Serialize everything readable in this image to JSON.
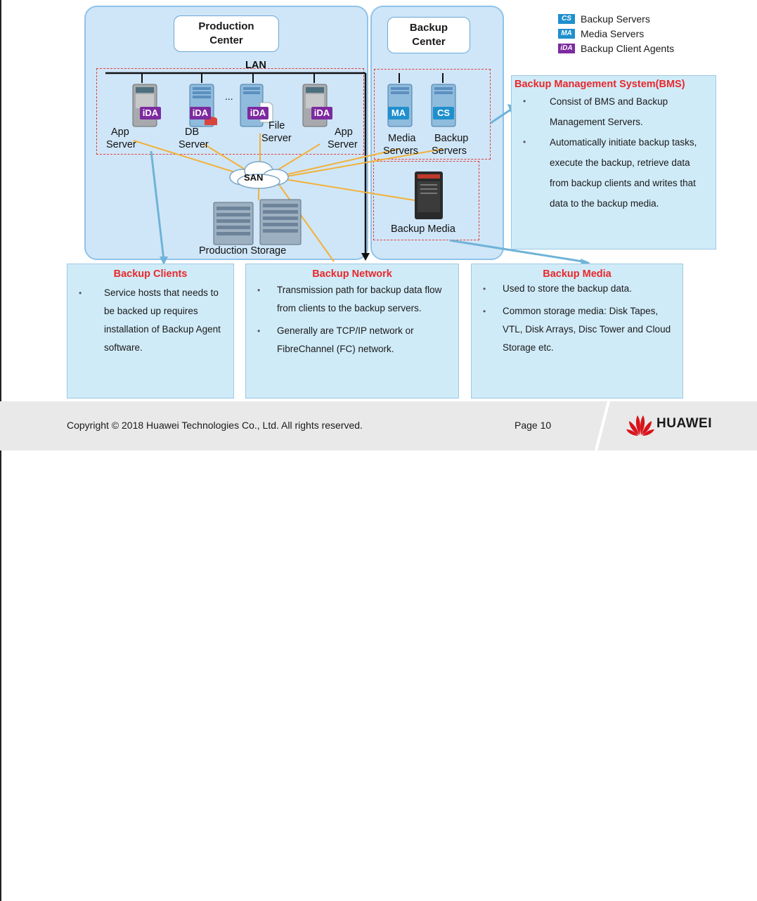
{
  "colors": {
    "zone_fill": "#cfe6f8",
    "zone_border": "#8fc3ea",
    "dashed_red": "#e0403f",
    "heading_red": "#e8282b",
    "box_fill": "#d0ebf8",
    "connector_orange": "#f2b13a",
    "connector_blue": "#6fb3d8",
    "footer_bg": "#e9e9e9",
    "huawei_red": "#d8141b",
    "tag_ida": "#7d2aa0",
    "tag_cs_ma": "#1f8fce"
  },
  "centers": {
    "production": "Production\nCenter",
    "backup": "Backup\nCenter"
  },
  "network": {
    "lan": "LAN",
    "san": "SAN",
    "dots": "..."
  },
  "legend": [
    {
      "tag": "CS",
      "icon": "cs-tag-icon",
      "label": "Backup Servers"
    },
    {
      "tag": "MA",
      "icon": "ma-tag-icon",
      "label": "Media Servers"
    },
    {
      "tag": "iDA",
      "icon": "ida-tag-icon",
      "label": "Backup Client Agents"
    }
  ],
  "servers": {
    "app_server_left": {
      "line1": "App",
      "line2": "Server",
      "tag": "iDA"
    },
    "db_server": {
      "line1": "DB",
      "line2": "Server",
      "tag": "iDA"
    },
    "file_server": {
      "line1": "File",
      "line2": "Server",
      "tag": "iDA"
    },
    "app_server_right": {
      "line1": "App",
      "line2": "Server",
      "tag": "iDA"
    },
    "media_servers": {
      "line1": "Media",
      "line2": "Servers",
      "tag": "MA"
    },
    "backup_servers": {
      "line1": "Backup",
      "line2": "Servers",
      "tag": "CS"
    }
  },
  "storage": {
    "production_storage": "Production  Storage",
    "backup_media": "Backup Media"
  },
  "bms": {
    "title": "Backup Management System(BMS)",
    "items": [
      "Consist of BMS and Backup Management Servers.",
      "Automatically initiate backup tasks, execute the backup, retrieve data from backup clients and writes that data to the backup media."
    ]
  },
  "boxes": {
    "clients": {
      "title": "Backup Clients",
      "items": [
        "Service hosts that needs to be backed up requires installation  of Backup Agent software."
      ]
    },
    "network": {
      "title": "Backup Network",
      "items": [
        "Transmission path for backup data flow from clients to the backup servers.",
        "Generally are TCP/IP network or FibreChannel (FC) network."
      ]
    },
    "media": {
      "title": "Backup Media",
      "items": [
        "Used to store the backup data.",
        "Common storage media: Disk Tapes, VTL, Disk Arrays, Disc Tower and Cloud Storage etc."
      ]
    }
  },
  "footer": {
    "copyright": "Copyright © 2018 Huawei Technologies Co., Ltd. All rights reserved.",
    "page": "Page 10",
    "brand": "HUAWEI"
  }
}
